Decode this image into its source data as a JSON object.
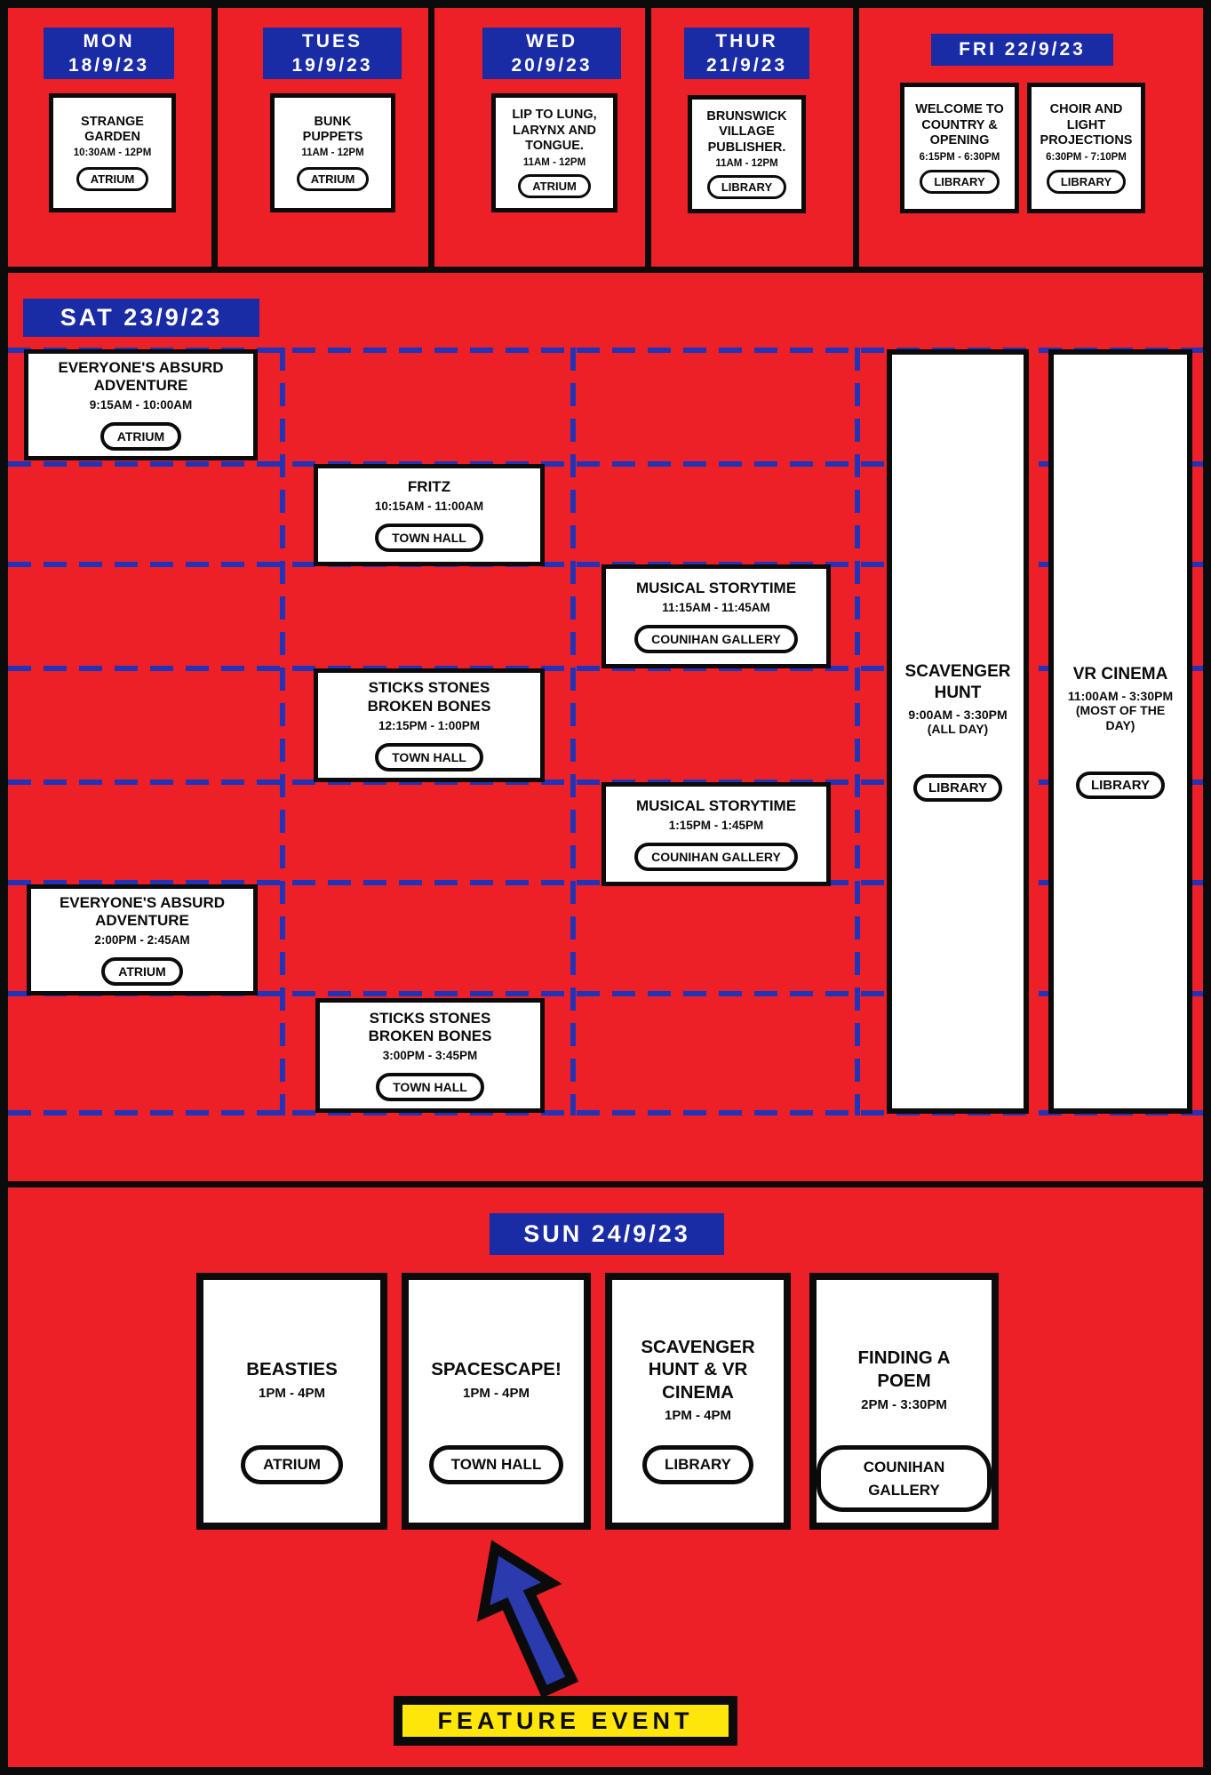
{
  "title": "Festival weekly schedule poster",
  "colors": {
    "red": "#ED1F27",
    "blue": "#1A2BA6",
    "dash": "#2134B8",
    "arrow_blue": "#2B3AAC",
    "yellow": "#FFE60A",
    "black": "#0B0B0B",
    "white": "#FFFFFF"
  },
  "top": {
    "days": [
      {
        "day": "MON",
        "date": "18/9/23",
        "event": {
          "title": "STRANGE GARDEN",
          "time": "10:30AM - 12PM",
          "venue": "ATRIUM"
        }
      },
      {
        "day": "TUES",
        "date": "19/9/23",
        "event": {
          "title": "BUNK PUPPETS",
          "time": "11AM - 12PM",
          "venue": "ATRIUM"
        }
      },
      {
        "day": "WED",
        "date": "20/9/23",
        "event": {
          "title": "LIP TO LUNG, LARYNX AND TONGUE.",
          "time": "11AM - 12PM",
          "venue": "ATRIUM"
        }
      },
      {
        "day": "THUR",
        "date": "21/9/23",
        "event": {
          "title": "BRUNSWICK VILLAGE PUBLISHER.",
          "time": "11AM - 12PM",
          "venue": "LIBRARY"
        }
      }
    ],
    "friday": {
      "label": "FRI 22/9/23",
      "events": [
        {
          "title": "WELCOME TO COUNTRY & OPENING",
          "time": "6:15PM - 6:30PM",
          "venue": "LIBRARY"
        },
        {
          "title": "CHOIR AND LIGHT PROJECTIONS",
          "time": "6:30PM - 7:10PM",
          "venue": "LIBRARY"
        }
      ]
    }
  },
  "saturday": {
    "label": "SAT 23/9/23",
    "events": [
      {
        "title": "EVERYONE'S ABSURD ADVENTURE",
        "time": "9:15AM - 10:00AM",
        "venue": "ATRIUM"
      },
      {
        "title": "FRITZ",
        "time": "10:15AM - 11:00AM",
        "venue": "TOWN HALL"
      },
      {
        "title": "MUSICAL STORYTIME",
        "time": "11:15AM - 11:45AM",
        "venue": "COUNIHAN GALLERY"
      },
      {
        "title": "STICKS STONES BROKEN BONES",
        "time": "12:15PM - 1:00PM",
        "venue": "TOWN HALL"
      },
      {
        "title": "MUSICAL STORYTIME",
        "time": "1:15PM - 1:45PM",
        "venue": "COUNIHAN GALLERY"
      },
      {
        "title": "EVERYONE'S ABSURD ADVENTURE",
        "time": "2:00PM - 2:45AM",
        "venue": "ATRIUM"
      },
      {
        "title": "STICKS STONES BROKEN BONES",
        "time": "3:00PM - 3:45PM",
        "venue": "TOWN HALL"
      }
    ],
    "all_day": [
      {
        "title": "SCAVENGER HUNT",
        "time": "9:00AM - 3:30PM",
        "note": "(ALL DAY)",
        "venue": "LIBRARY"
      },
      {
        "title": "VR CINEMA",
        "time": "11:00AM - 3:30PM",
        "note": "(MOST OF THE DAY)",
        "venue": "LIBRARY"
      }
    ]
  },
  "sunday": {
    "label": "SUN 24/9/23",
    "events": [
      {
        "title": "BEASTIES",
        "time": "1PM - 4PM",
        "venue": "ATRIUM"
      },
      {
        "title": "SPACESCAPE!",
        "time": "1PM - 4PM",
        "venue": "TOWN HALL"
      },
      {
        "title": "SCAVENGER HUNT & VR CINEMA",
        "time": "1PM - 4PM",
        "venue": "LIBRARY"
      },
      {
        "title": "FINDING A POEM",
        "time": "2PM - 3:30PM",
        "venue": "COUNIHAN GALLERY"
      }
    ],
    "feature_label": "FEATURE EVENT",
    "arrow": "up-arrow"
  }
}
